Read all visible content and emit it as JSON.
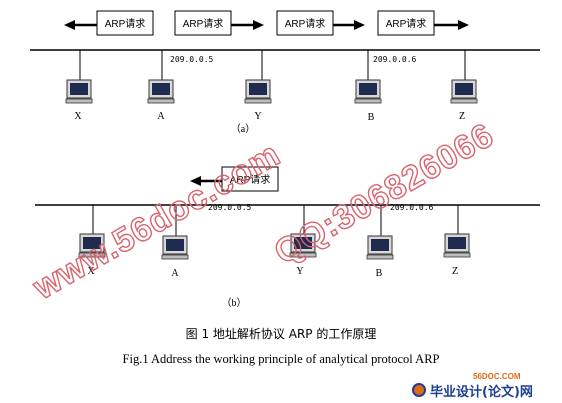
{
  "diagram_a": {
    "arp_box_label": "ARP请求",
    "ip_a": "209.0.0.5",
    "ip_b": "209.0.0.6",
    "caption": "（a）",
    "hosts": [
      "X",
      "A",
      "Y",
      "B",
      "Z"
    ]
  },
  "diagram_b": {
    "arp_box_label": "ARP请求",
    "ip_a": "209.0.0.5",
    "ip_b": "209.0.0.6",
    "caption": "（b）",
    "hosts": [
      "X",
      "A",
      "Y",
      "B",
      "Z"
    ]
  },
  "caption_cn": "图 1  地址解析协议 ARP 的工作原理",
  "caption_en": "Fig.1 Address the working principle of analytical protocol ARP",
  "watermarks": {
    "left": "www.56doc.com",
    "right": "QQ:306826066"
  },
  "logo": {
    "url": "56DOC.COM",
    "name": "毕业设计(论文)网"
  },
  "colors": {
    "watermark": "#d9636e",
    "logo_orange": "#e06a1a",
    "logo_blue": "#1d3f8f"
  }
}
